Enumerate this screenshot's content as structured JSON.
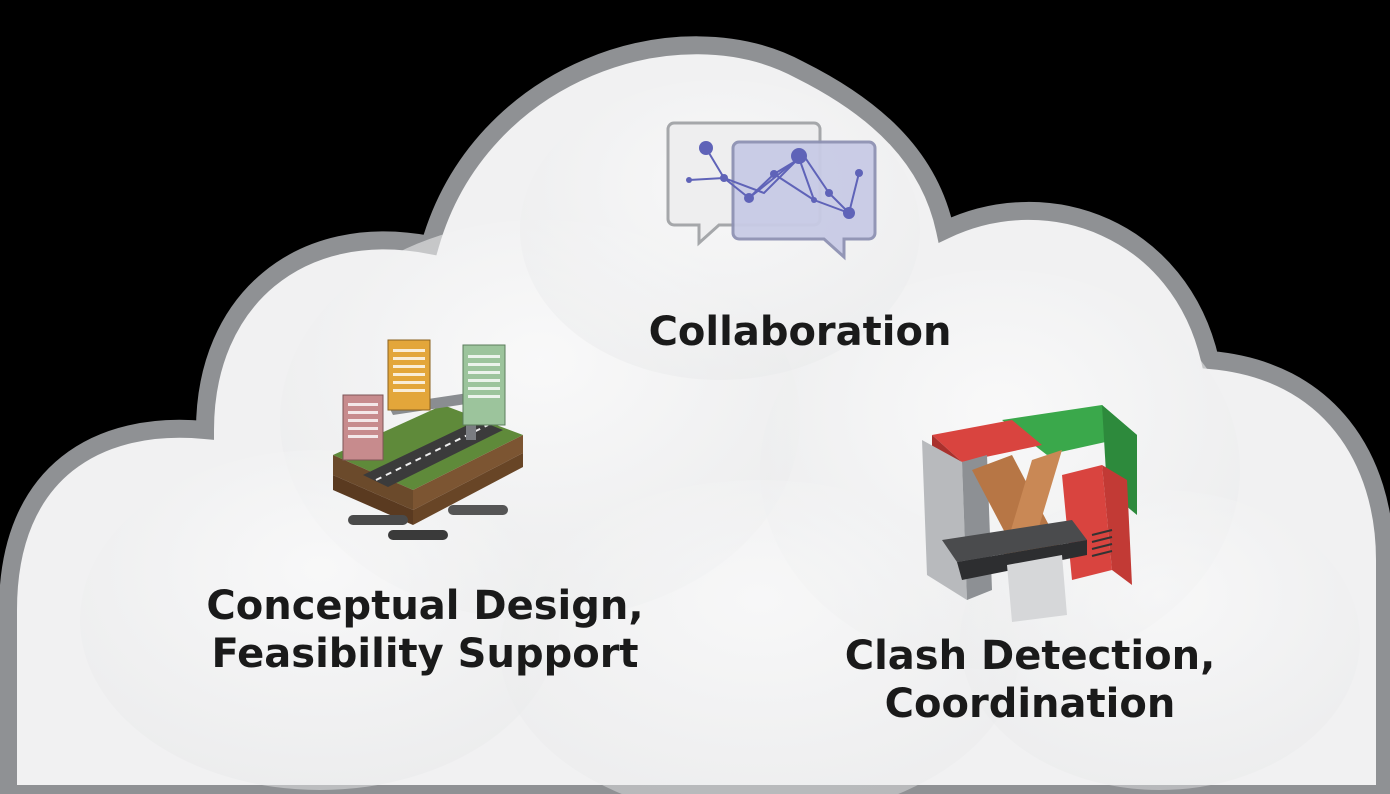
{
  "diagram": {
    "items": [
      {
        "label": "Collaboration",
        "icon": "collaboration-icon"
      },
      {
        "label_line1": "Conceptual Design,",
        "label_line2": "Feasibility Support",
        "icon": "city-infrastructure-icon"
      },
      {
        "label_line1": "Clash Detection,",
        "label_line2": "Coordination",
        "icon": "clash-detection-icon"
      }
    ]
  },
  "colors": {
    "background": "#000000",
    "cloud_fill": "#f1f1f2",
    "cloud_outline": "#8f9194",
    "text": "#1a1a1a",
    "network_node": "#5f63b8",
    "clash_red": "#d9443f",
    "clash_green": "#3aa84b"
  }
}
